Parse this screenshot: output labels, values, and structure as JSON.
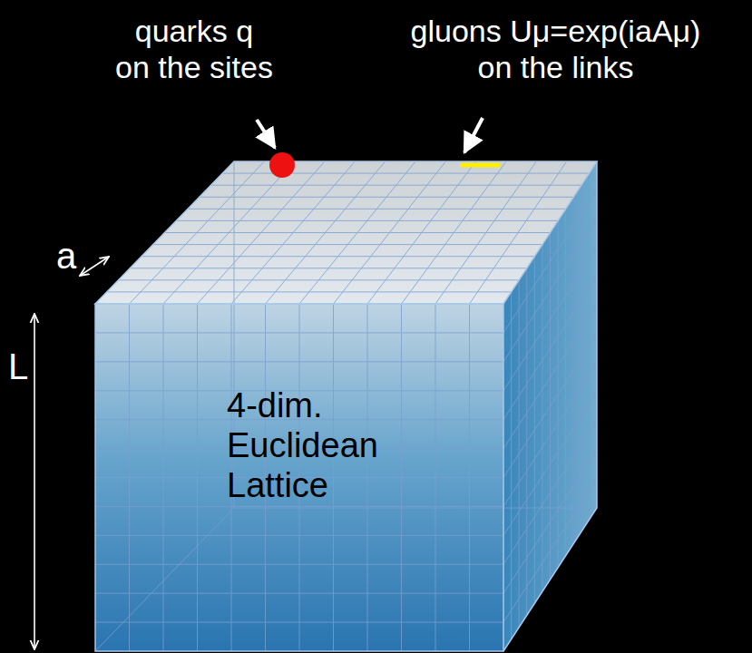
{
  "diagram": {
    "nodes": [
      {
        "text": [
          "4-dim. Euclidean Lattice"
        ]
      }
    ],
    "labels": [
      "quarks q on the sites",
      "gluons Uμ=exp(iaAμ) on the links",
      "a",
      "L"
    ]
  }
}
